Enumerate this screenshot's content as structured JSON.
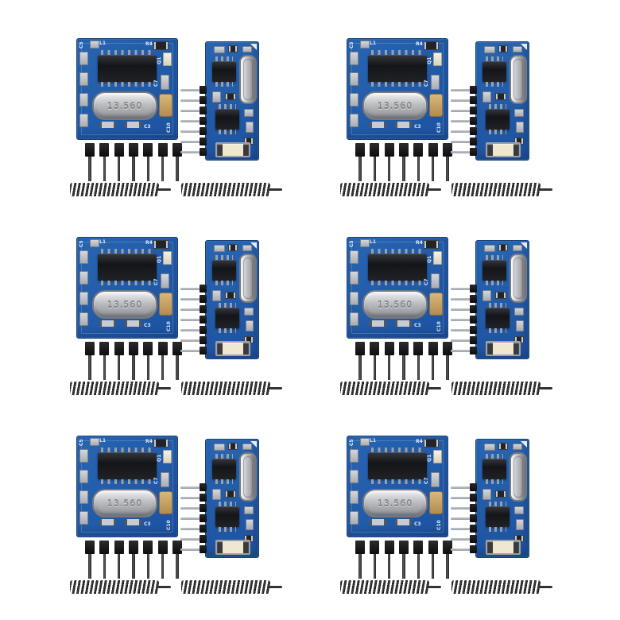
{
  "scene": {
    "background_color": "#ffffff",
    "grid": {
      "rows": 3,
      "columns": 2,
      "set_count": 6,
      "origins_x": [
        88,
        428
      ],
      "origins_y": [
        42,
        292,
        542
      ]
    }
  },
  "colors": {
    "background": "#ffffff",
    "pcb_blue": "#2765b2",
    "pcb_blue_dark": "#1d52a0",
    "pcb_edge": "#163f75",
    "silkscreen": "#dbe9fa",
    "ic_black": "#1c1d20",
    "pin_metal_light": "#9aa0a6",
    "crystal_silver": "#bdbec2",
    "crystal_edge": "#77787d",
    "capacitor_tan": "#b28c4e",
    "filter_cream": "#efe8cf",
    "spring_black": "#1a1a1a"
  },
  "module_set": {
    "transmitter": {
      "crystal_label": "13.560",
      "pin_count": 7,
      "silkscreen_labels": {
        "c5": "C5",
        "l1": "L1",
        "r4": "R4",
        "q1": "Q1",
        "c7": "C7",
        "c3": "C3",
        "c10": "C10"
      }
    },
    "receiver": {
      "pin_count": 7
    },
    "antenna_springs_per_set": 2
  }
}
